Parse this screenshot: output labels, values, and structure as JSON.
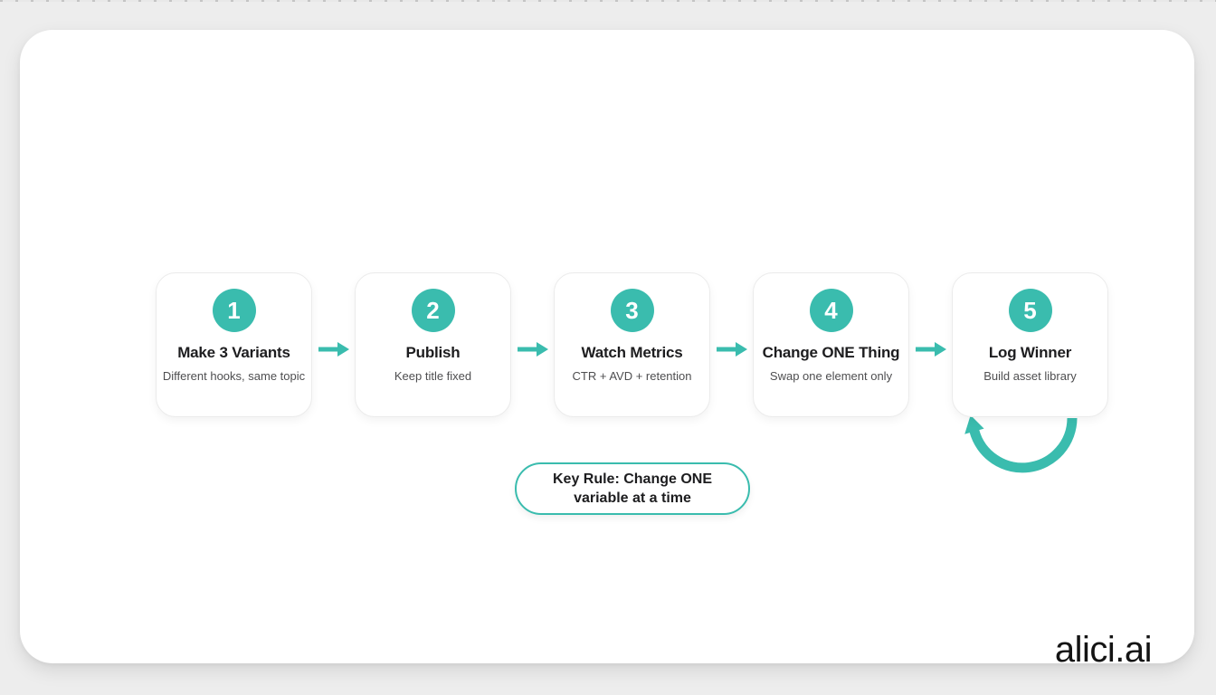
{
  "theme": {
    "accent_color": "#3abcae",
    "page_background": "#ededed",
    "card_background": "#ffffff",
    "title_color": "#1d1d1f",
    "subtitle_color": "#4e4e50"
  },
  "diagram": {
    "steps": [
      {
        "number": "1",
        "title": "Make 3 Variants",
        "subtitle": "Different hooks, same topic"
      },
      {
        "number": "2",
        "title": "Publish",
        "subtitle": "Keep title fixed"
      },
      {
        "number": "3",
        "title": "Watch Metrics",
        "subtitle": "CTR + AVD + retention"
      },
      {
        "number": "4",
        "title": "Change ONE Thing",
        "subtitle": "Swap one element only"
      },
      {
        "number": "5",
        "title": "Log Winner",
        "subtitle": "Build asset library"
      }
    ],
    "key_rule": {
      "line1": "Key Rule: Change ONE",
      "line2": "variable at a time"
    }
  },
  "branding": {
    "logo_text": "alici.ai"
  }
}
